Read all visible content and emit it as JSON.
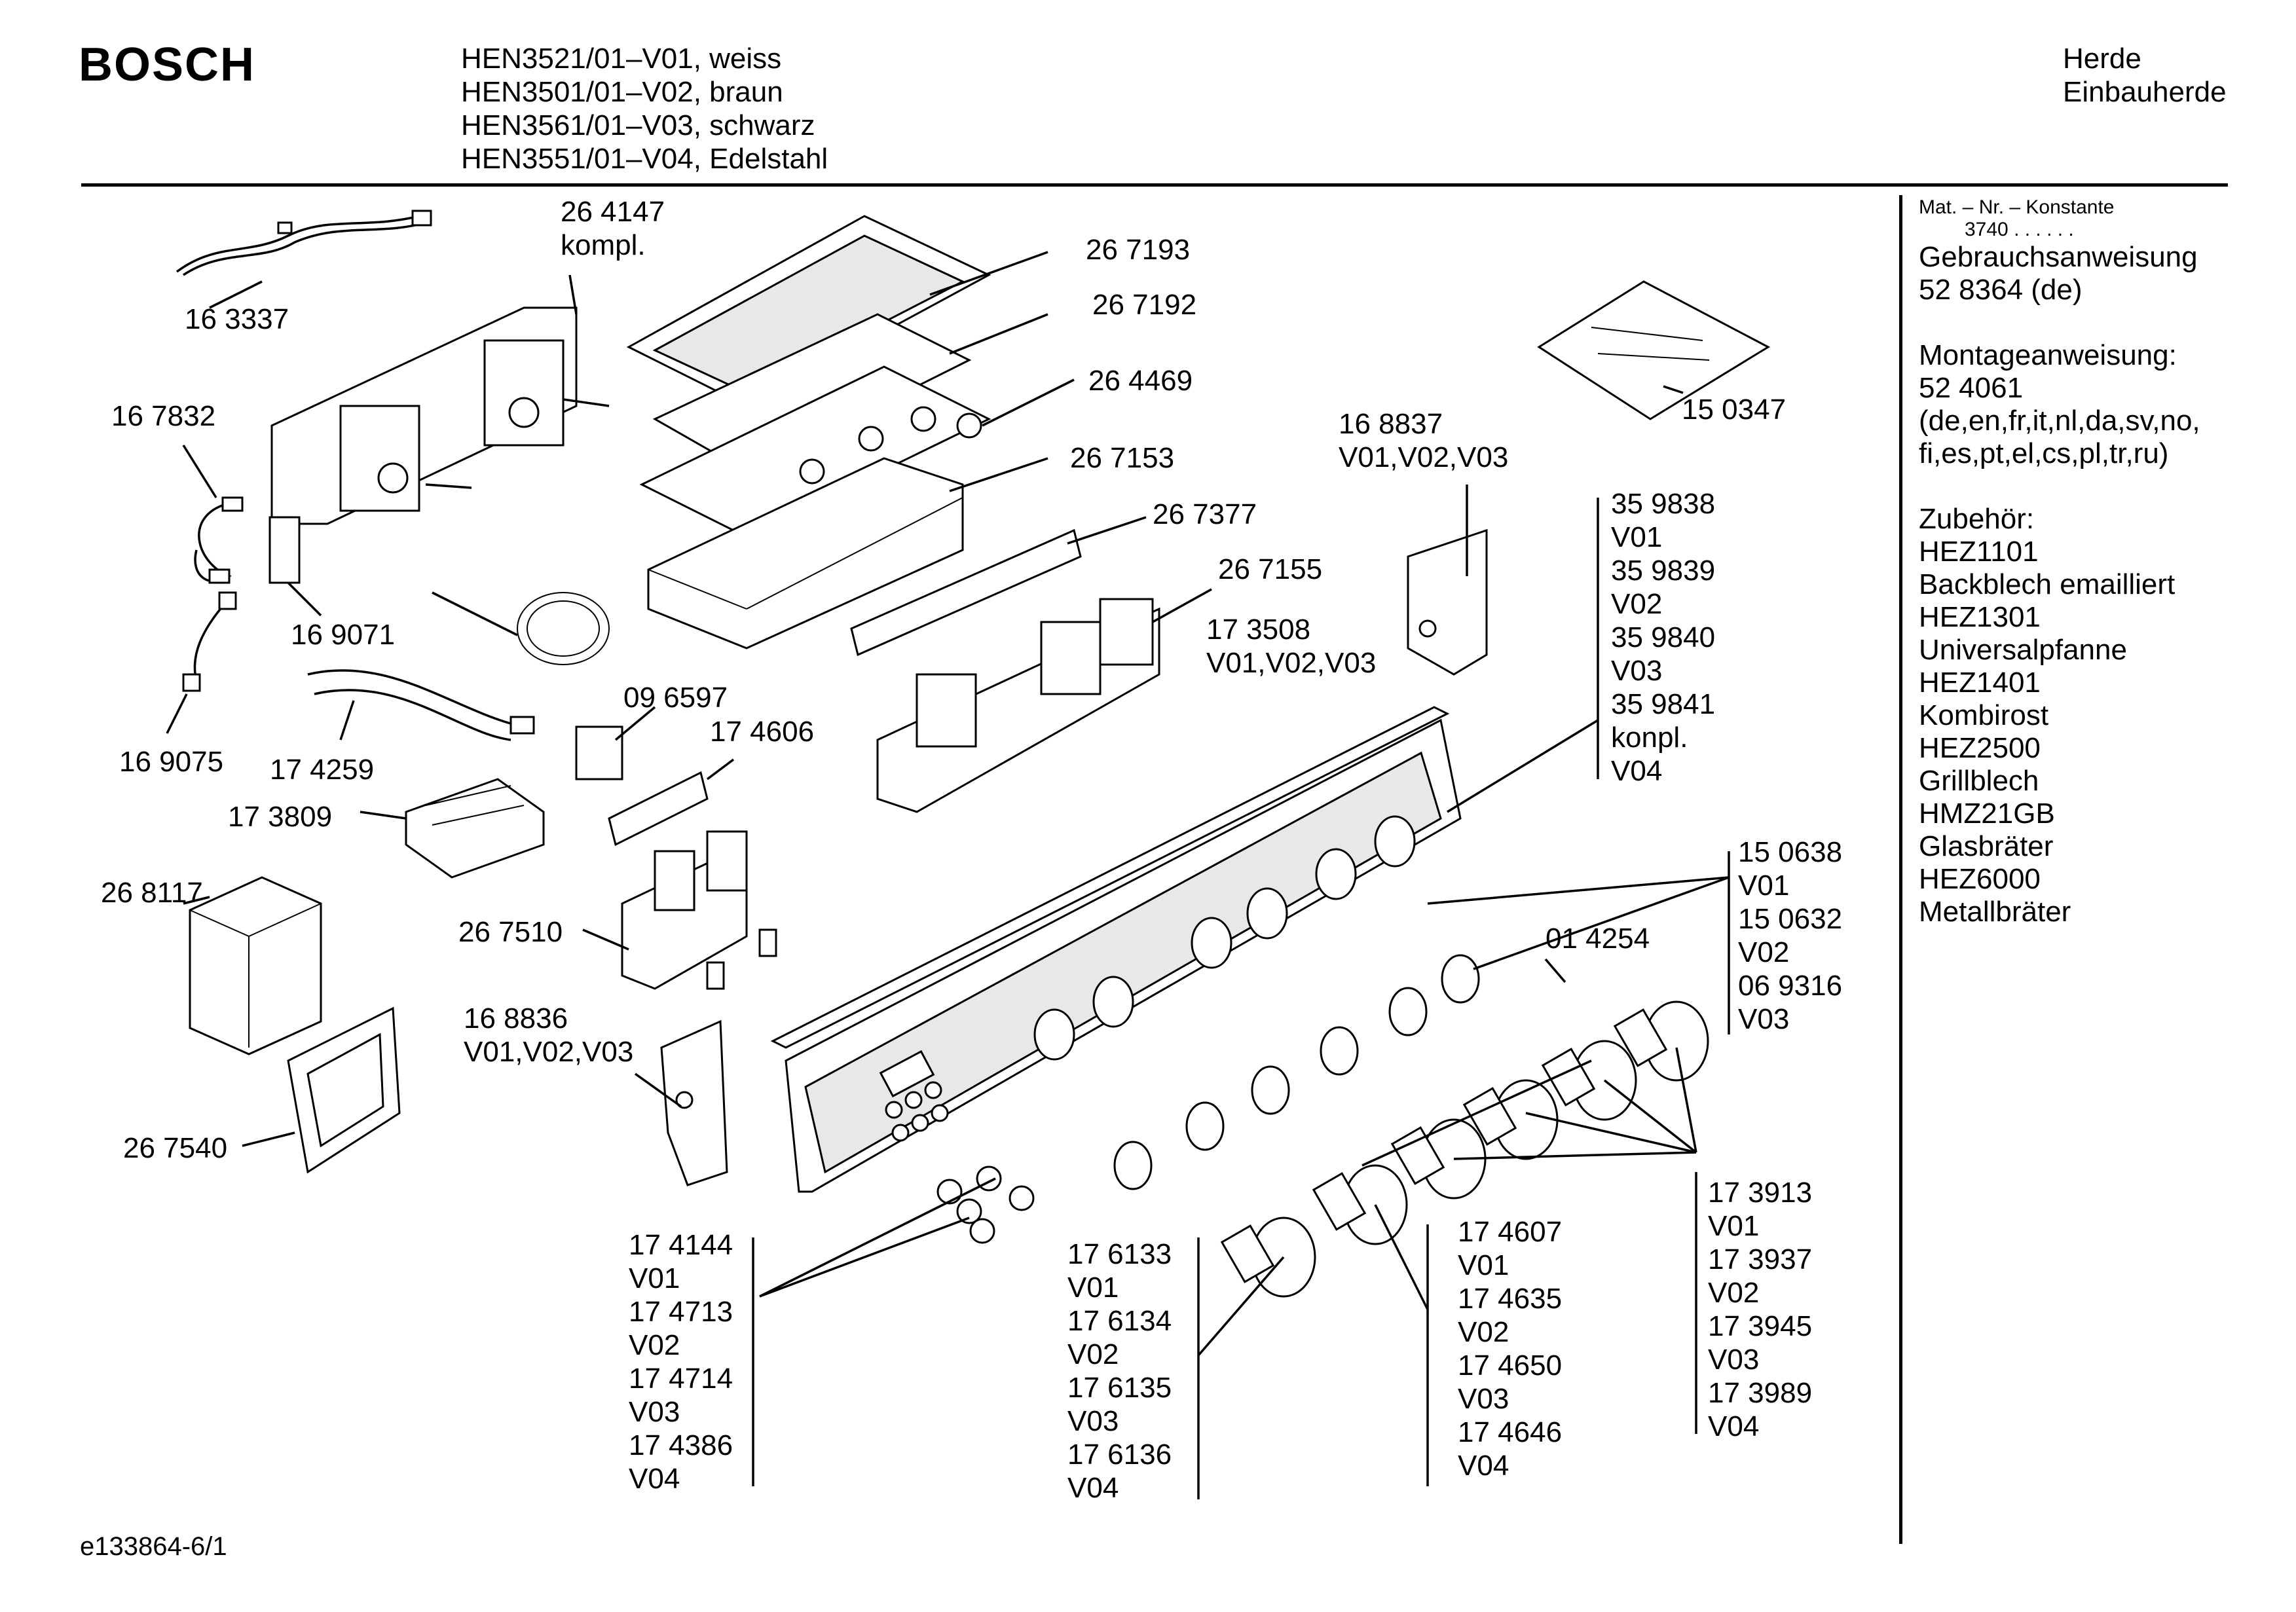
{
  "header": {
    "brand": "BOSCH",
    "models": [
      "HEN3521/01–V01, weiss",
      "HEN3501/01–V02, braun",
      "HEN3561/01–V03, schwarz",
      "HEN3551/01–V04, Edelstahl"
    ],
    "category": [
      "Herde",
      "Einbauherde"
    ]
  },
  "sidebar": {
    "mat_label": "Mat. – Nr. – Konstante",
    "mat_value": "3740  .  .  .  .  .  .",
    "lines": [
      "Gebrauchsanweisung",
      "52 8364 (de)",
      "",
      "Montageanweisung:",
      "52 4061",
      "(de,en,fr,it,nl,da,sv,no,",
      "fi,es,pt,el,cs,pl,tr,ru)",
      "",
      "Zubehör:",
      "HEZ1101",
      "Backblech emailliert",
      "HEZ1301",
      "Universalpfanne",
      "HEZ1401",
      "Kombirost",
      "HEZ2500",
      "Grillblech",
      "HMZ21GB",
      "Glasbräter",
      "HEZ6000",
      "Metallbräter"
    ]
  },
  "labels": {
    "p163337": "16 3337",
    "p167832": "16 7832",
    "p169071": "16 9071",
    "p169075": "16 9075",
    "p174259": "17 4259",
    "p173809": "17 3809",
    "p268117": "26 8117",
    "p267540": "26 7540",
    "p264147": [
      "26 4147",
      "kompl."
    ],
    "p267193": "26 7193",
    "p267192": "26 7192",
    "p264469": "26 4469",
    "p267153": "26 7153",
    "p267377": "26 7377",
    "p267155": "26 7155",
    "p173508": [
      "17 3508",
      "V01,V02,V03"
    ],
    "p096597": "09 6597",
    "p174606": "17 4606",
    "p267510": "26 7510",
    "p168836": [
      "16 8836",
      "V01,V02,V03"
    ],
    "p168837": [
      "16 8837",
      "V01,V02,V03"
    ],
    "p150347": "15 0347",
    "p359838": [
      "35 9838",
      "V01",
      "35 9839",
      "V02",
      "35 9840",
      "V03",
      "35 9841",
      "konpl.",
      "V04"
    ],
    "p150638": [
      "15 0638",
      "V01",
      "15 0632",
      "V02",
      "06 9316",
      "V03"
    ],
    "p014254": "01 4254",
    "p174144": [
      "17 4144",
      "V01",
      "17 4713",
      "V02",
      "17 4714",
      "V03",
      "17 4386",
      "V04"
    ],
    "p176133": [
      "17 6133",
      "V01",
      "17 6134",
      "V02",
      "17 6135",
      "V03",
      "17 6136",
      "V04"
    ],
    "p174607": [
      "17 4607",
      "V01",
      "17 4635",
      "V02",
      "17 4650",
      "V03",
      "17 4646",
      "V04"
    ],
    "p173913": [
      "17 3913",
      "V01",
      "17 3937",
      "V02",
      "17 3945",
      "V03",
      "17 3989",
      "V04"
    ]
  },
  "footer": {
    "code": "e133864-6/1"
  }
}
